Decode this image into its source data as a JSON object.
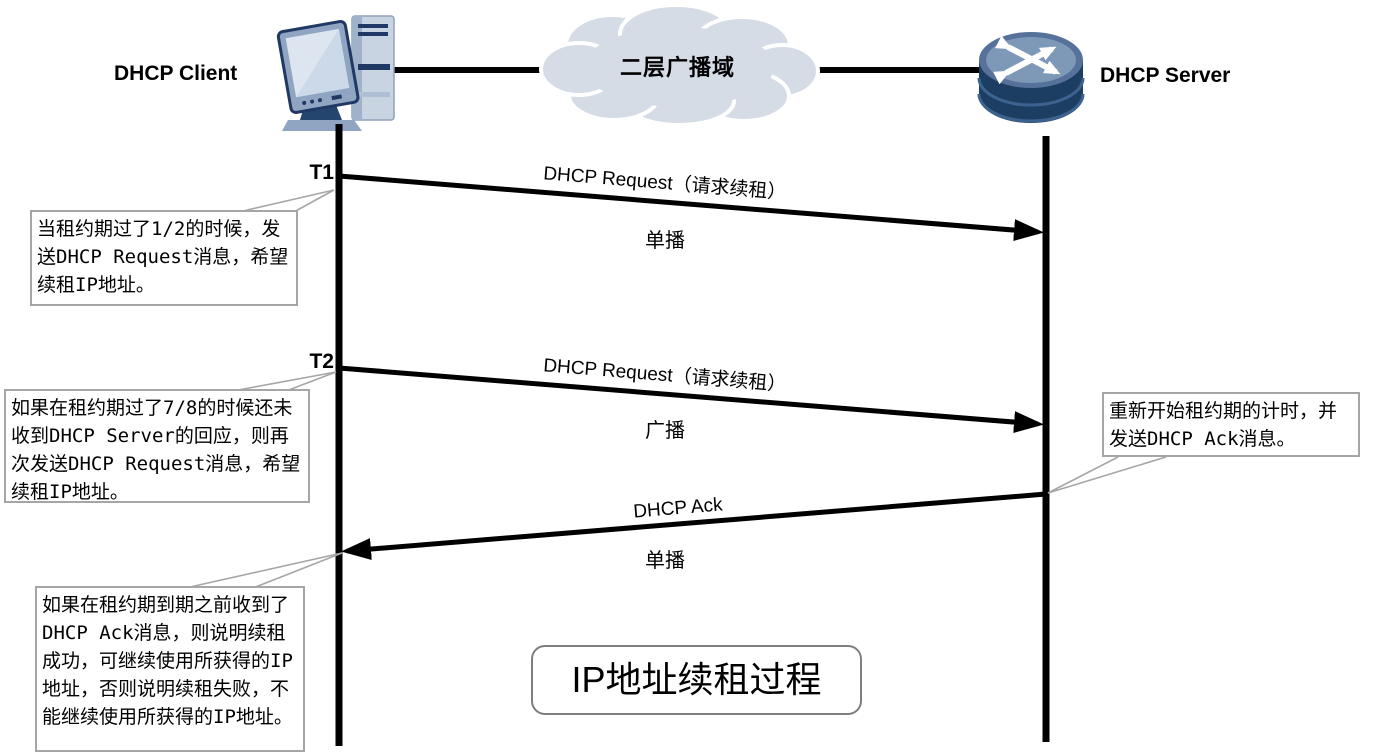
{
  "diagram": {
    "kind": "sequence-diagram",
    "title": "IP地址续租过程",
    "nodes": {
      "client": {
        "label": "DHCP Client",
        "icon": "desktop-computer"
      },
      "server": {
        "label": "DHCP Server",
        "icon": "router"
      },
      "cloud": {
        "label": "二层广播域"
      }
    },
    "markers": {
      "t1": "T1",
      "t2": "T2"
    },
    "messages": [
      {
        "name": "DHCP Request（请求续租）",
        "mode": "单播",
        "from": "client",
        "to": "server"
      },
      {
        "name": "DHCP Request（请求续租）",
        "mode": "广播",
        "from": "client",
        "to": "server"
      },
      {
        "name": "DHCP Ack",
        "mode": "单播",
        "from": "server",
        "to": "client"
      }
    ],
    "callouts": [
      {
        "side": "left",
        "text": "当租约期过了1/2的时候，发送DHCP Request消息，希望续租IP地址。"
      },
      {
        "side": "left",
        "text": "如果在租约期过了7/8的时候还未收到DHCP Server的回应，则再次发送DHCP Request消息，希望续租IP地址。"
      },
      {
        "side": "right",
        "text": "重新开始租约期的计时，并发送DHCP Ack消息。"
      },
      {
        "side": "left",
        "text": "如果在租约期到期之前收到了DHCP Ack消息，则说明续租成功，可继续使用所获得的IP地址，否则说明续租失败，不能继续使用所获得的IP地址。"
      }
    ],
    "colors": {
      "line": "#000000",
      "callout_border": "#a6a6a6",
      "cloud_fill": "#d5dce6",
      "router_dark": "#1d3e63",
      "router_top": "#6c87a8",
      "monitor_frame": "#8fa5c2",
      "monitor_screen": "#dde5f0",
      "navy": "#1f3864"
    }
  }
}
